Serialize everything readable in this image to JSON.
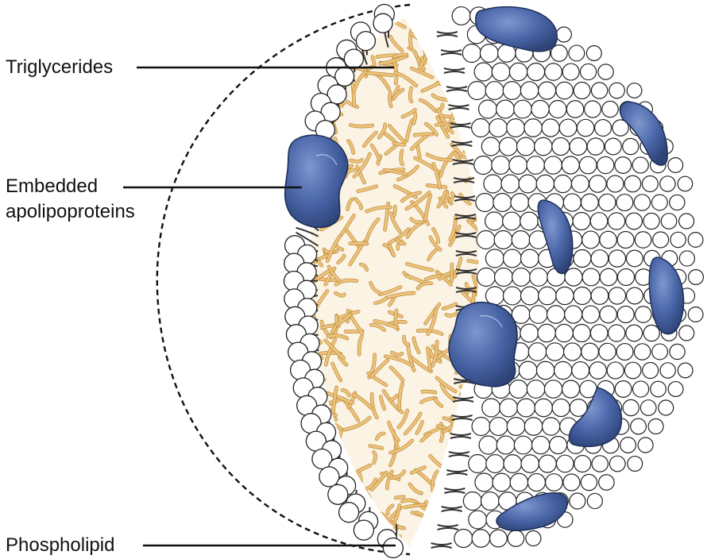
{
  "labels": {
    "triglycerides": "Triglycerides",
    "embedded_line1": "Embedded",
    "embedded_line2": "apolipoproteins",
    "phospholipid": "Phospholipid"
  },
  "colors": {
    "protein": "#4a66a8",
    "protein_dark": "#2e4478",
    "triglyceride": "#edc27a",
    "triglyceride_edge": "#b98a3e",
    "phospholipid_head": "#ffffff",
    "outline": "#222222",
    "tail": "#333333"
  }
}
